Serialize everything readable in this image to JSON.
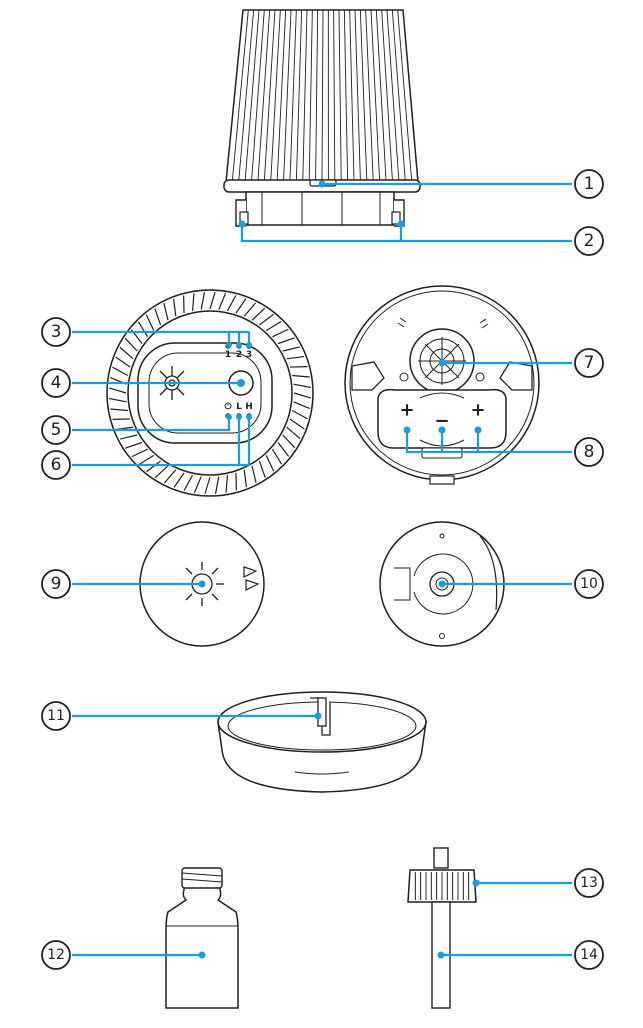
{
  "diagram": {
    "callouts": [
      "1",
      "2",
      "3",
      "4",
      "5",
      "6",
      "7",
      "8",
      "9",
      "10",
      "11",
      "12",
      "13",
      "14"
    ],
    "button_labels": {
      "level_1": "1",
      "level_2": "2",
      "level_3": "3",
      "power_symbol": "⏻",
      "low": "L",
      "high": "H"
    },
    "battery_polarity": {
      "positive": "+",
      "negative": "−"
    },
    "colors": {
      "leader_line": "#1a9ce0",
      "outline": "#231f20"
    }
  }
}
